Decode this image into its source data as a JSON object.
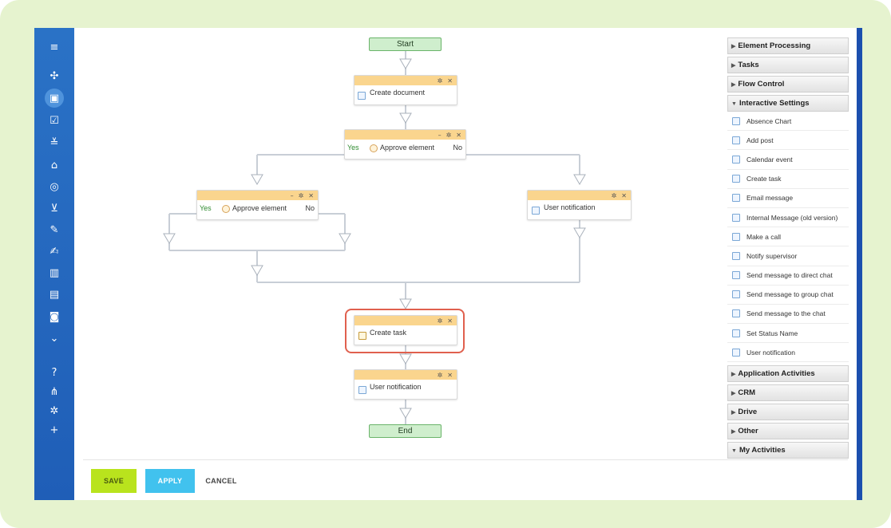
{
  "flow": {
    "start": "Start",
    "end": "End",
    "create_document": "Create document",
    "approve_top": {
      "label": "Approve element",
      "yes": "Yes",
      "no": "No"
    },
    "approve_left": {
      "label": "Approve element",
      "yes": "Yes",
      "no": "No"
    },
    "user_notification_right": "User notification",
    "create_task": "Create task",
    "user_notification_bottom": "User notification",
    "head_icons": {
      "minimize": "–",
      "settings": "✲",
      "close": "✕"
    }
  },
  "panel": {
    "sections_top": [
      "Element Processing",
      "Tasks",
      "Flow Control"
    ],
    "interactive_title": "Interactive Settings",
    "interactive_items": [
      "Absence Chart",
      "Add post",
      "Calendar event",
      "Create task",
      "Email message",
      "Internal Message (old version)",
      "Make a call",
      "Notify supervisor",
      "Send message to direct chat",
      "Send message to group chat",
      "Send message to the chat",
      "Set Status Name",
      "User notification"
    ],
    "sections_bottom": [
      "Application Activities",
      "CRM",
      "Drive",
      "Other"
    ],
    "my_activities": "My Activities"
  },
  "footer": {
    "save": "SAVE",
    "apply": "APPLY",
    "cancel": "CANCEL"
  },
  "colors": {
    "frame": "#e6f3cf",
    "sidebar": "#2a72c6",
    "node_header": "#fad58e",
    "terminal": "#cfeecd",
    "highlight": "#e0604e",
    "save_button": "#b9e31d",
    "apply_button": "#41c2ee"
  }
}
